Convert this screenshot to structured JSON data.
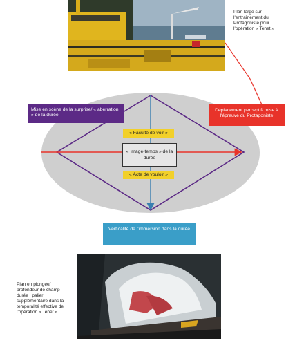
{
  "captions": {
    "top_right": "Plan large sur l'entraînement du Protagoniste pour l'opération « Tenet »",
    "bottom_left": "Plan en plongée/ profondeur de champ durée : palier supplémentaire dans la temporalité effective de l'opération « Tenet »"
  },
  "diagram": {
    "left_label": "Mise en scène de la surprise/ « aberration » de la durée",
    "right_label": "Déplacement perceptif/ mise à l'épreuve du Protagoniste",
    "bottom_label": "Verticalité de l'immersion dans la durée",
    "chip_top": "« Faculté de voir »",
    "center": "« Image-temps » de la durée",
    "chip_bottom": "« Acte de vouloir »"
  },
  "colors": {
    "purple": "#5c2a86",
    "red": "#e8332a",
    "blue": "#3a9ec8",
    "yellow": "#f2d02a",
    "ellipse": "#cfcfcf"
  }
}
